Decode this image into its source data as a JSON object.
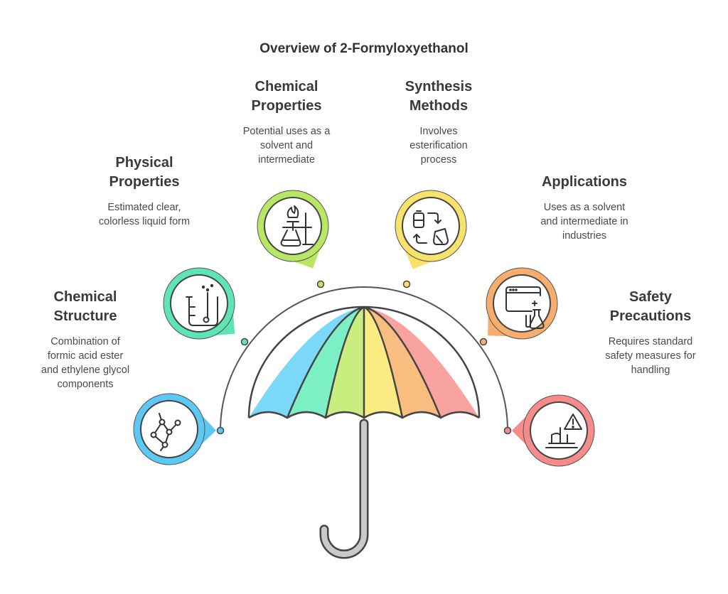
{
  "title": "Overview of 2-Formyloxyethanol",
  "items": [
    {
      "key": "chemical-structure",
      "heading": [
        "Chemical",
        "Structure"
      ],
      "description": [
        "Combination of",
        "formic acid ester",
        "and ethylene glycol",
        "components"
      ],
      "color": "#5EC8F4",
      "icon": "molecule-icon"
    },
    {
      "key": "physical-properties",
      "heading": [
        "Physical",
        "Properties"
      ],
      "description": [
        "Estimated clear,",
        "colorless liquid form"
      ],
      "color": "#5FE4B4",
      "icon": "beaker-icon"
    },
    {
      "key": "chemical-properties",
      "heading": [
        "Chemical",
        "Properties"
      ],
      "description": [
        "Potential uses as a",
        "solvent and",
        "intermediate"
      ],
      "color": "#B9E765",
      "icon": "lab-burner-icon"
    },
    {
      "key": "synthesis-methods",
      "heading": [
        "Synthesis",
        "Methods"
      ],
      "description": [
        "Involves",
        "esterification",
        "process"
      ],
      "color": "#F7E26B",
      "icon": "conversion-icon"
    },
    {
      "key": "applications",
      "heading": [
        "Applications"
      ],
      "description": [
        "Uses as a solvent",
        "and intermediate in",
        "industries"
      ],
      "color": "#F7AE6C",
      "icon": "browser-flask-icon"
    },
    {
      "key": "safety-precautions",
      "heading": [
        "Safety",
        "Precautions"
      ],
      "description": [
        "Requires standard",
        "safety measures for",
        "handling"
      ],
      "color": "#F58B8B",
      "icon": "warning-ship-icon"
    }
  ],
  "umbrella_panels": [
    "#7CD8F7",
    "#7CEFC4",
    "#C9EE80",
    "#FBEB83",
    "#F9BD7F",
    "#F8A3A0"
  ]
}
